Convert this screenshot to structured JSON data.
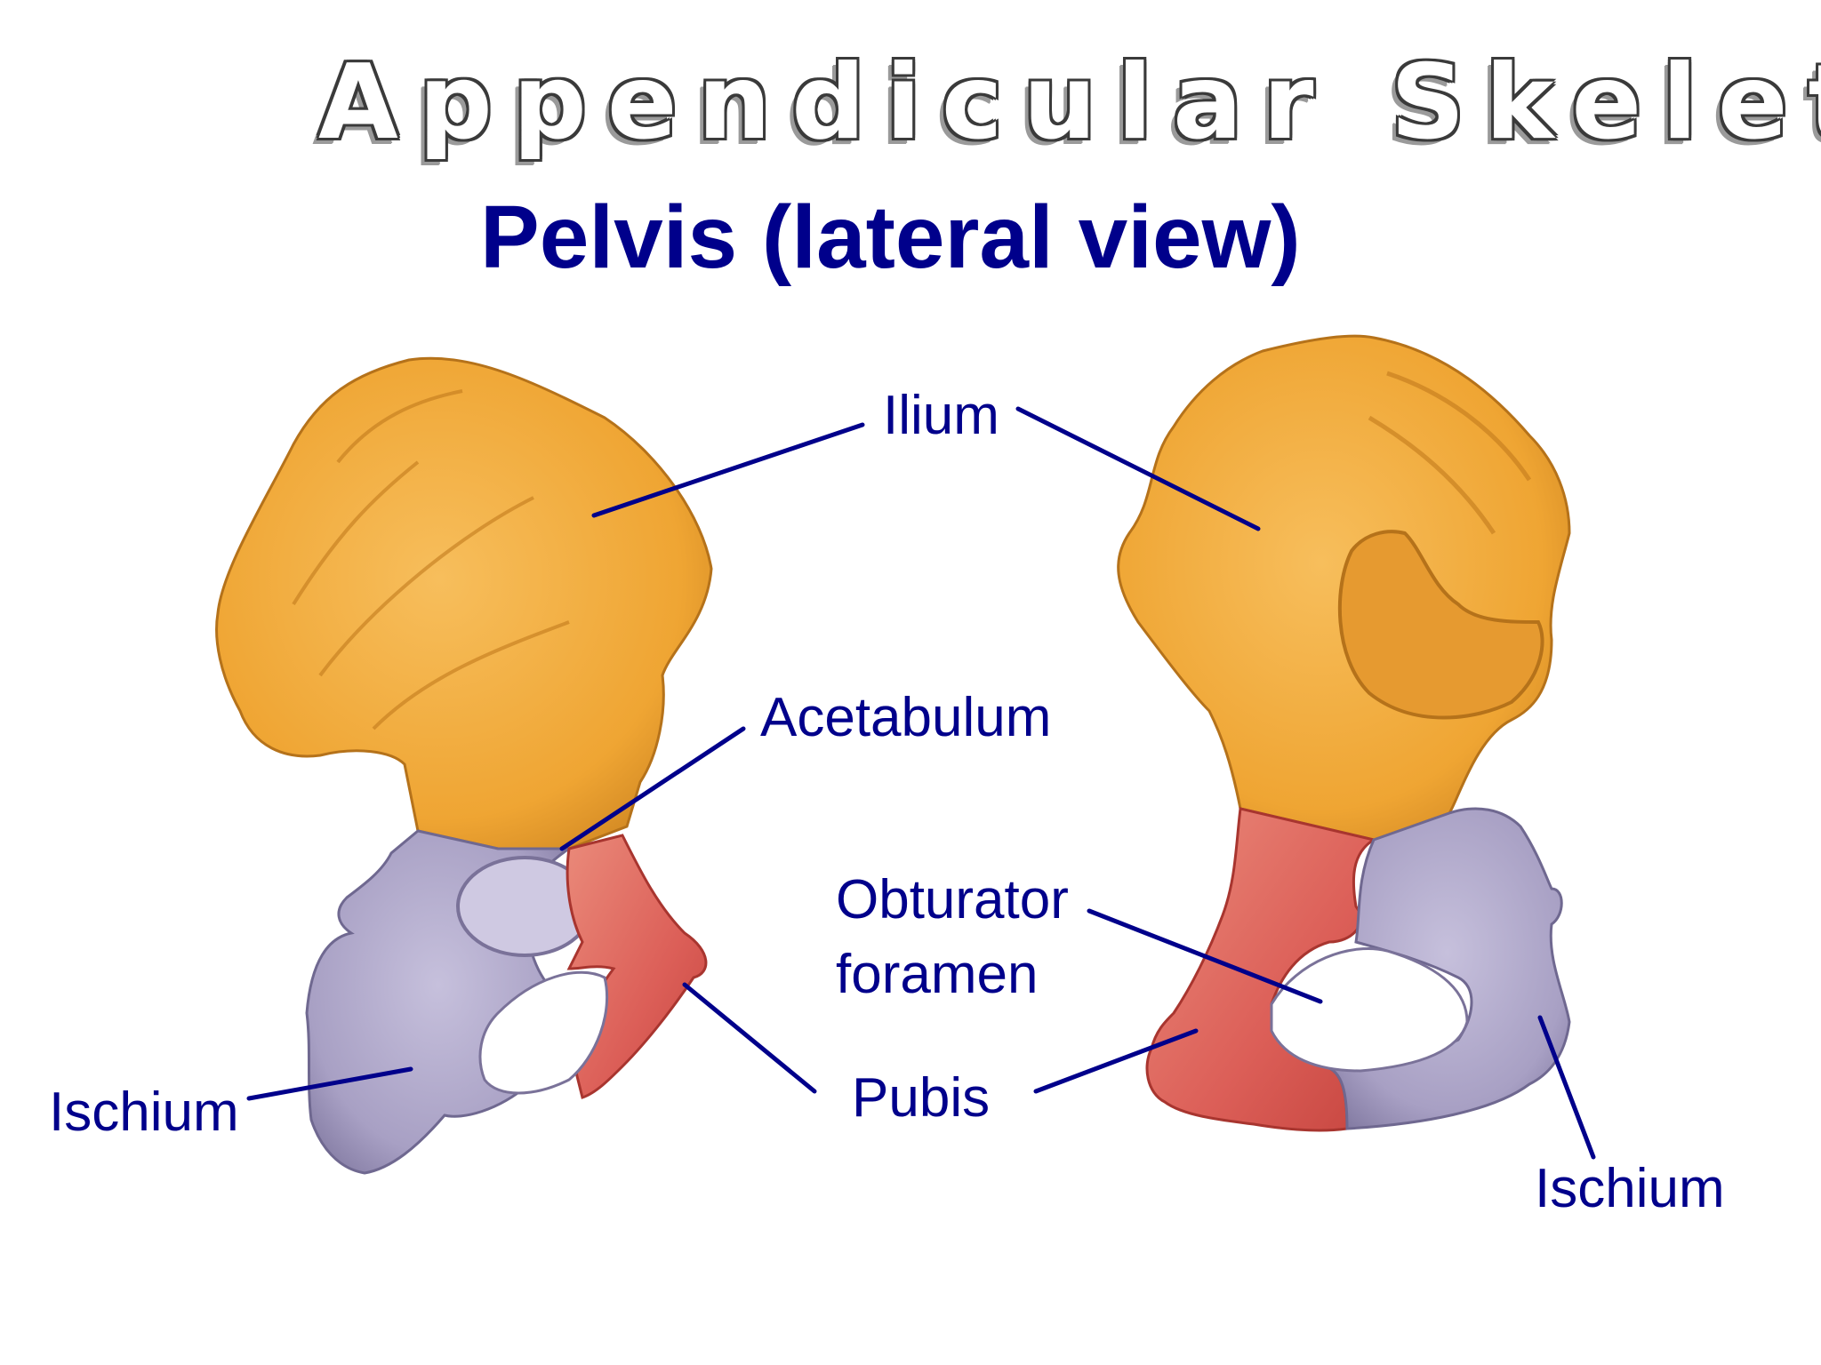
{
  "title": "Appendicular Skeleton",
  "subtitle": "Pelvis (lateral view)",
  "labels": {
    "ilium": "Ilium",
    "acetabulum": "Acetabulum",
    "obturator_line1": "Obturator",
    "obturator_line2": "foramen",
    "pubis": "Pubis",
    "ischium_left": "Ischium",
    "ischium_right": "Ischium"
  },
  "colors": {
    "ilium": "#f0a735",
    "ischium": "#a9a2c4",
    "pubis": "#df6a62",
    "label_text": "#00008b"
  }
}
